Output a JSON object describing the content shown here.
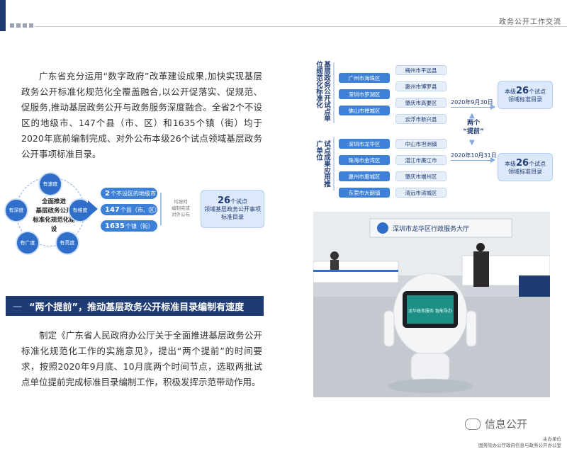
{
  "header": {
    "title": "政务公开工作交流"
  },
  "paragraph1": "广东省充分运用“数字政府”改革建设成果,加快实现基层政务公开标准化规范化全覆盖融合,以公开促落实、促规范、促服务,推动基层政务公开与政务服务深度融合。全省2个不设区的地级市、147个县（市、区）和1635个镇（街）均于2020年底前编制完成、对外公布本级26个试点领域基层政务公开事项标准目录。",
  "left_diagram": {
    "center": [
      "全面推进",
      "基层政务公开",
      "标准化规范化建设"
    ],
    "bubbles": [
      "有速度",
      "有深度",
      "有维度",
      "有广度",
      "有亮度"
    ],
    "pills": [
      {
        "num": "2",
        "text": "个不设区的地级市"
      },
      {
        "num": "147",
        "text": "个县（市、区）"
      },
      {
        "num": "1635",
        "text": "个镇（街）"
      }
    ],
    "note": [
      "均按时",
      "编制完成",
      "对外公布"
    ],
    "target": {
      "num": "26",
      "unit": "个试点",
      "line2": "领域基层政务公开事项",
      "line3": "标准目录"
    }
  },
  "section": {
    "dash": "一",
    "title": "“两个提前”，推动基层政务公开标准目录编制有速度"
  },
  "paragraph2": "制定《广东省人民政府办公厅关于全面推进基层政务公开标准化规范化工作的实施意见》，提出“两个提前”的时间要求，按照2020年9月底、10月底两个时间节点，选取两批试点单位提前完成标准目录编制工作，积极发挥示范带动作用。",
  "right_diagram": {
    "label_top": "基层政务公开试点单位规范化标准化",
    "label_bottom": "试点成果应用推广单位",
    "top_col1": [
      "广州市海珠区",
      "深圳市罗湖区",
      "佛山市禅城区"
    ],
    "top_col2": [
      "梅州市平远县",
      "惠州市博罗县",
      "肇庆市高要区",
      "云浮市新兴县"
    ],
    "bottom_col1": [
      "深圳市龙华区",
      "珠海市金湾区",
      "惠州市惠城区",
      "东莞市大朗镇"
    ],
    "bottom_col2": [
      "中山市坦洲镇",
      "湛江市廉江市",
      "肇庆市端州区",
      "清远市清城区"
    ],
    "date1": "2020年9月30日",
    "date2": "2020年10月31日",
    "mid_label": [
      "两个",
      "“提前”"
    ],
    "target": {
      "prefix": "本级",
      "num": "26",
      "unit": "个试点",
      "line2": "领域标准目录"
    }
  },
  "photo": {
    "sign": "深圳市龙华区行政服务大厅",
    "screen": "龙华政务服务 智能导办"
  },
  "watermark": "信息公开",
  "footer": {
    "line1": "主办单位",
    "line2": "国务院办公厅政府信息与政务公开办公室"
  }
}
